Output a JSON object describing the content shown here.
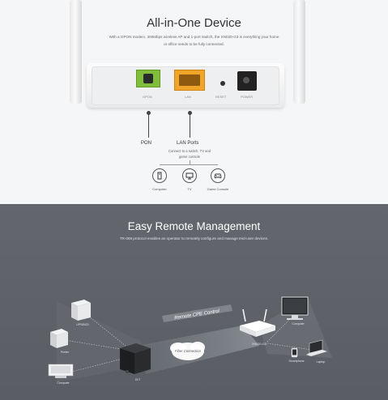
{
  "top": {
    "title": "All-in-One Device",
    "subtitle": "With a GPON modem, 300Mbps wireless AP and 1-port Switch, the XN020-G3 is everything your home or office needs to be fully connected.",
    "ports": {
      "pon_label": "GPON",
      "lan_label": "LAN",
      "reset_label": "RESET",
      "power_label": "POWER"
    },
    "callouts": {
      "pon": "PON",
      "lan": "LAN Ports",
      "lan_sub": "Connect to a switch, TV and game console"
    },
    "devices": [
      {
        "label": "Computer",
        "icon": "computer-icon"
      },
      {
        "label": "TV",
        "icon": "tv-icon"
      },
      {
        "label": "Game Console",
        "icon": "game-console-icon"
      }
    ]
  },
  "bottom": {
    "title": "Easy Remote Management",
    "subtitle": "TR-069 protocol enables an operator to remotely configure and manage end-user devices.",
    "banner_top": "Remote CPE Control",
    "banner_bottom": "Fiber Connection",
    "left_devices": [
      "UPS/BCD",
      "Printer",
      "Computer"
    ],
    "olt_label": "OLT",
    "router_label": "XN020-G3",
    "right_devices": [
      "Computer",
      "Smartphone",
      "Laptop"
    ]
  },
  "colors": {
    "top_bg": "#f5f6f7",
    "bottom_bg": "#5f6369",
    "pon_port": "#7fbd3a",
    "lan_port": "#f0a52a"
  }
}
